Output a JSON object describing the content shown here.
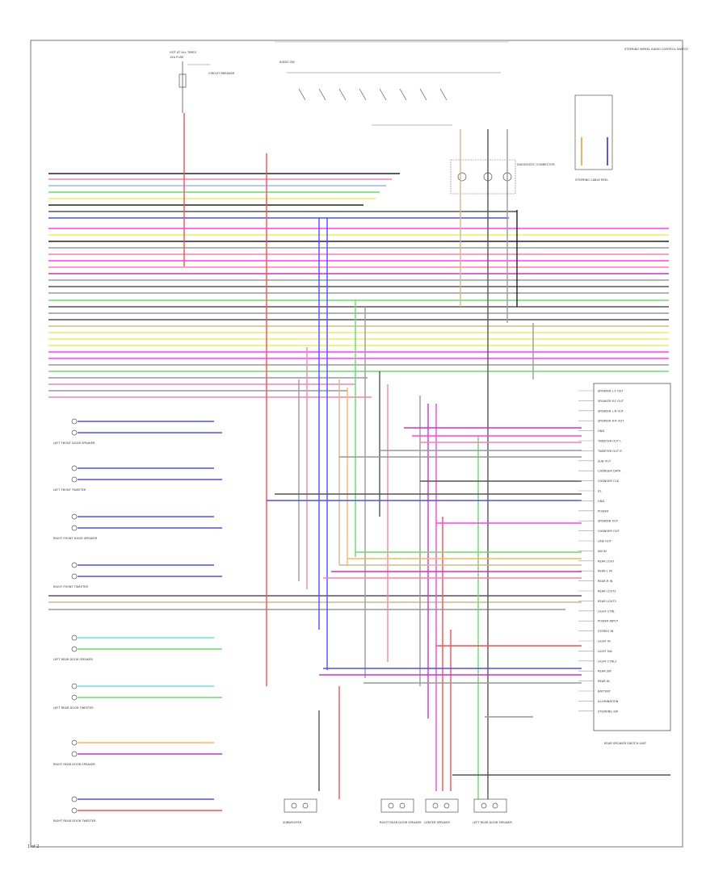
{
  "diagram": {
    "colors": {
      "border": "#777777",
      "text": "#333333",
      "red": "#ff4d4d",
      "pink": "#ff7fb0",
      "magenta": "#ff3bff",
      "violet": "#cc33cc",
      "blue": "#4d4dff",
      "lightblue": "#8fb8ff",
      "cyan": "#66e6e6",
      "green": "#66dd66",
      "yellow": "#f0ea60",
      "orange": "#ffb366",
      "tan": "#d9b38c",
      "gray": "#999999",
      "dark": "#555555",
      "black": "#222222"
    },
    "top_labels": {
      "fuse": "HOT AT ALL TIMES",
      "fuse_sub": "15A FUSE",
      "relay_group": "CIRCUIT BREAKER",
      "switch_row": "AUDIO SW",
      "top_right": "STEERING WHEEL AUDIO CONTROL SWITCH",
      "right_component": "STEERING CABLE REEL",
      "connector_block": "DIAGNOSTIC CONNECTOR"
    },
    "left_components": [
      {
        "label": "LEFT FRONT DOOR SPEAKER"
      },
      {
        "label": "LEFT FRONT TWEETER"
      },
      {
        "label": "RIGHT FRONT DOOR SPEAKER"
      },
      {
        "label": "RIGHT FRONT TWEETER"
      },
      {
        "label": "LEFT REAR DOOR SPEAKER"
      },
      {
        "label": "LEFT REAR DOOR TWEETER"
      },
      {
        "label": "RIGHT REAR DOOR SPEAKER"
      },
      {
        "label": "RIGHT REAR DOOR TWEETER"
      }
    ],
    "right_unit": {
      "title": "AUDIO UNIT",
      "pins": [
        "SPEAKER L-F OUT",
        "SPEAKER R-F OUT",
        "SPEAKER L-R OUT",
        "SPEAKER R-R OUT",
        "GND",
        "TWEETER OUT L",
        "TWEETER OUT R",
        "SUB OUT",
        "CHANGER DATA",
        "CHANGER CLK",
        "ILL",
        "GND",
        "POWER",
        "SPEAKER OUT",
        "CHANGER OUT",
        "LINE OUT",
        "SW IN",
        "REAR LOUT",
        "REAR L IN",
        "REAR R IN",
        "REAR LOUT2",
        "REAR LOUT3",
        "LIGHT CTRL",
        "POWER INPUT",
        "STEREO IN",
        "LIGHT IN",
        "LIGHT IN2",
        "LIGHT CTRL2",
        "REAR SW",
        "REAR IN",
        "BATTERY",
        "ILLUMINATION",
        "STEERING SW"
      ],
      "sub_label": "REAR SPEAKER SWITCH UNIT"
    },
    "bottom_components": [
      {
        "label": "SUBWOOFER"
      },
      {
        "label": "RIGHT REAR DOOR SPEAKER"
      },
      {
        "label": "CENTER SPEAKER"
      },
      {
        "label": "LEFT REAR DOOR SPEAKER"
      }
    ],
    "footer": "1 of 2"
  }
}
